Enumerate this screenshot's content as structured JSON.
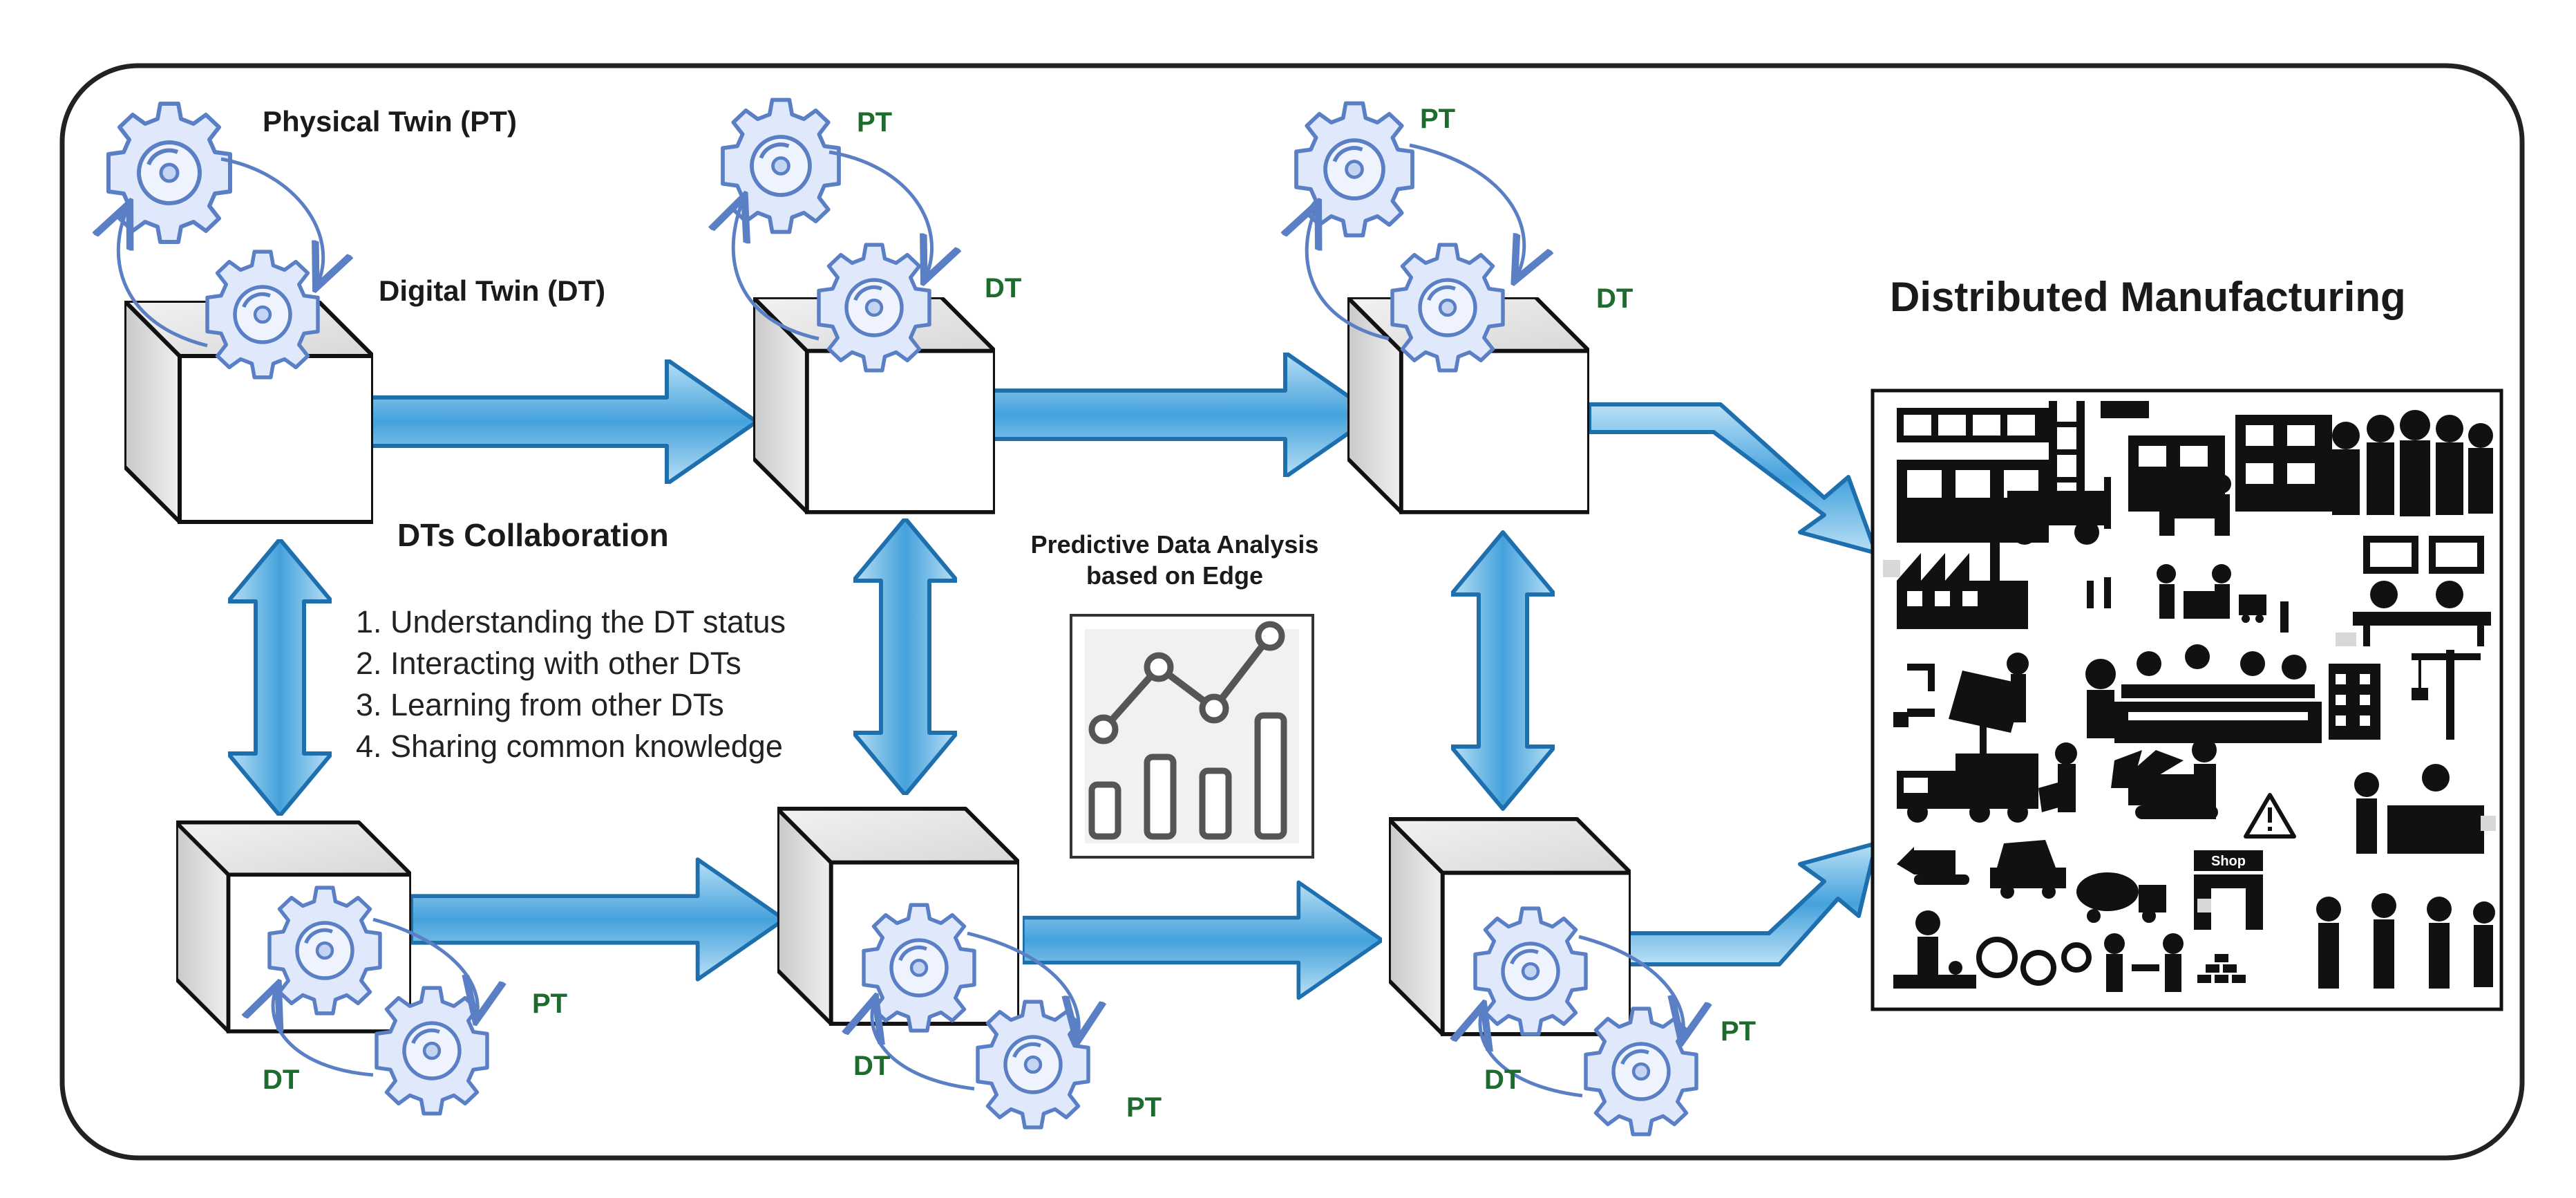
{
  "labels": {
    "physical_twin": "Physical Twin (PT)",
    "digital_twin": "Digital Twin (DT)",
    "collaboration": "DTs Collaboration",
    "predictive_line1": "Predictive Data Analysis",
    "predictive_line2": "based on Edge",
    "distributed": "Distributed Manufacturing",
    "shop_sign": "Shop"
  },
  "twins": {
    "top_mid_pt": "PT",
    "top_mid_dt": "DT",
    "top_right_pt": "PT",
    "top_right_dt": "DT",
    "bottom_left_pt": "PT",
    "bottom_left_dt": "DT",
    "bottom_mid_pt": "PT",
    "bottom_mid_dt": "DT",
    "bottom_right_pt": "PT",
    "bottom_right_dt": "DT"
  },
  "collaboration_list": [
    "1. Understanding the DT status",
    "2. Interacting with other DTs",
    "3. Learning from other DTs",
    "4. Sharing common knowledge"
  ],
  "colors": {
    "arrow_fill": "#4aa3dc",
    "arrow_light": "#a6d5f2",
    "arrow_stroke": "#1e6fae",
    "gear_fill": "#dfe9fb",
    "gear_stroke": "#5b7fc4",
    "label_green": "#1e6b2e",
    "frame": "#222222"
  }
}
